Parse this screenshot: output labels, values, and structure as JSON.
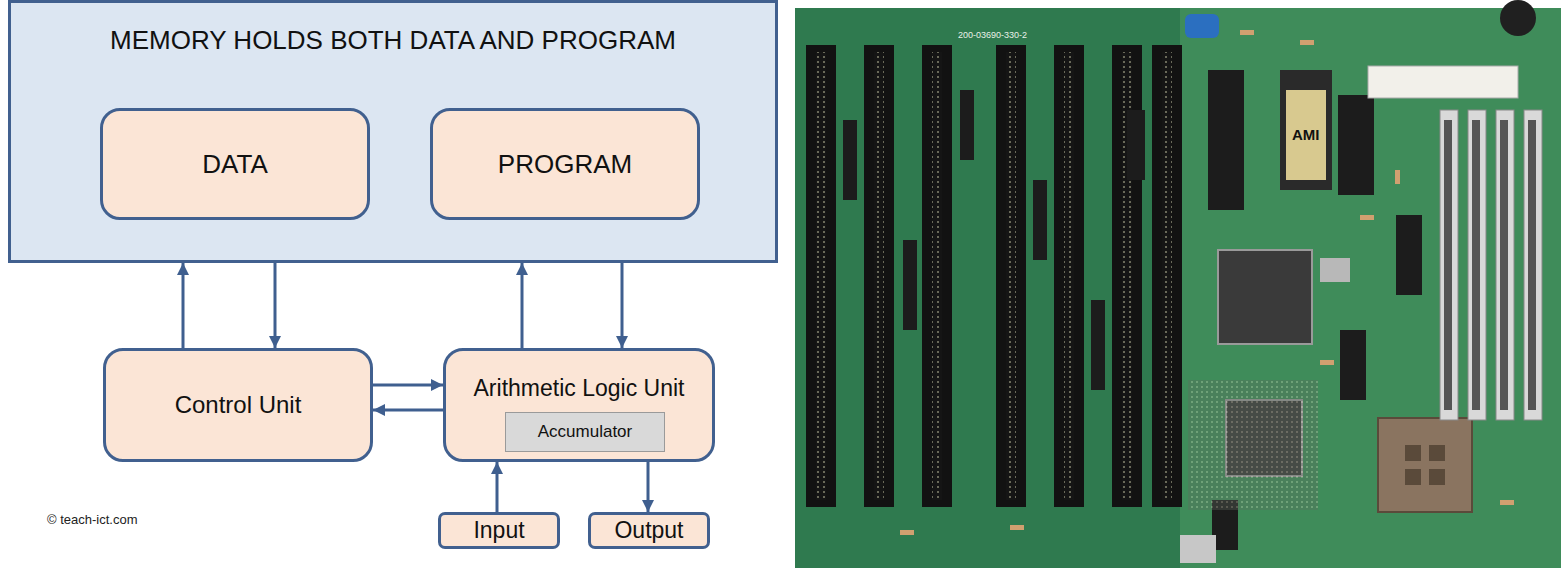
{
  "diagram": {
    "nodes": [
      {
        "text": [
          "MEMORY HOLDS BOTH DATA AND PROGRAM"
        ]
      },
      {
        "text": [
          "DATA"
        ],
        "in": 0
      },
      {
        "text": [
          "PROGRAM"
        ],
        "in": 0
      },
      {
        "text": [
          "Control Unit"
        ]
      },
      {
        "text": [
          "Arithmetic Logic Unit"
        ]
      },
      {
        "text": [
          "Accumulator"
        ],
        "in": 4
      },
      {
        "text": [
          "Input"
        ]
      },
      {
        "text": [
          "Output"
        ]
      }
    ],
    "edges": [
      {
        "from": 3,
        "to": 0,
        "arrow": "to"
      },
      {
        "from": 0,
        "to": 3,
        "arrow": "to"
      },
      {
        "from": 4,
        "to": 0,
        "arrow": "to"
      },
      {
        "from": 0,
        "to": 4,
        "arrow": "to"
      },
      {
        "from": 3,
        "to": 4,
        "arrow": "to"
      },
      {
        "from": 4,
        "to": 3,
        "arrow": "to"
      },
      {
        "from": 6,
        "to": 4,
        "arrow": "to"
      },
      {
        "from": 4,
        "to": 7,
        "arrow": "to"
      }
    ],
    "labels": [
      "© teach-ict.com",
      "200-03690-330-2",
      "AMI"
    ]
  }
}
